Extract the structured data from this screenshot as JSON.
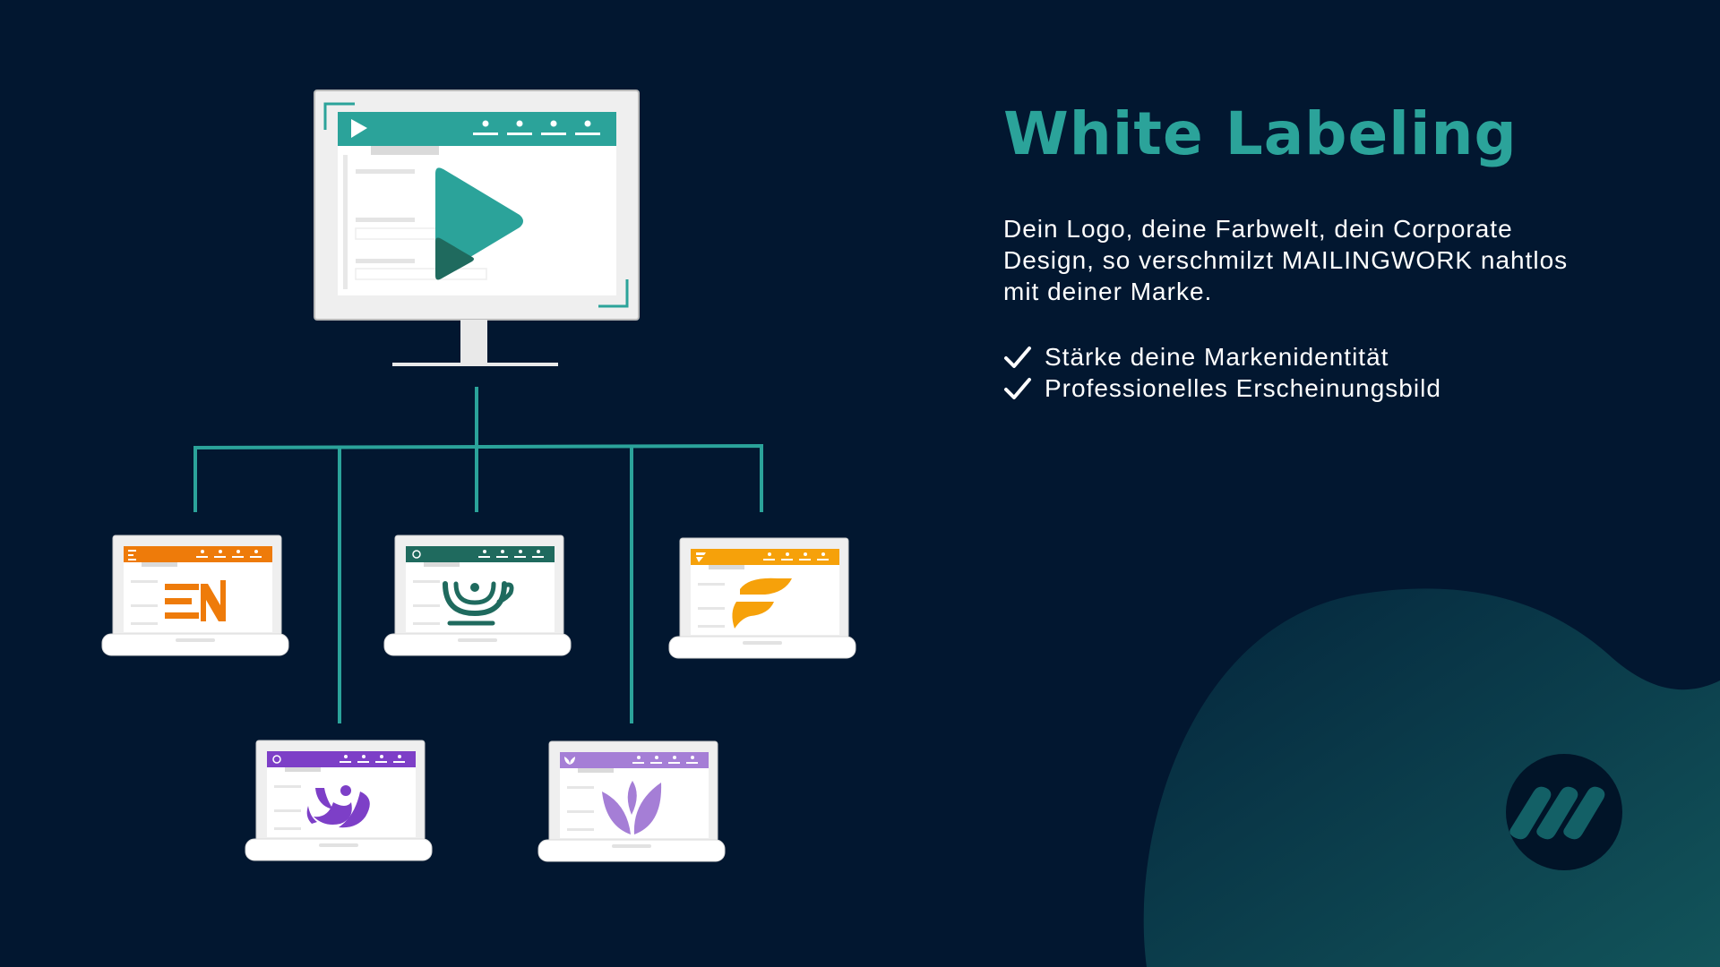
{
  "headline": "White Labeling",
  "body_text": "Dein Logo, deine Farbwelt, dein Corporate Design, so verschmilzt MAILINGWORK nahtlos mit deiner Marke.",
  "bullets": [
    {
      "icon": "check-icon",
      "label": "Stärke deine Markenidentität"
    },
    {
      "icon": "check-icon",
      "label": "Professionelles Erscheinungsbild"
    }
  ],
  "colors": {
    "background": "#021730",
    "accent_teal": "#2BA39A",
    "brand_orange_1": "#EE7B0A",
    "brand_teal_2": "#1F6A5E",
    "brand_orange_3": "#F6A10A",
    "brand_purple_4": "#7D3FC7",
    "brand_purple_5": "#A57ED6"
  },
  "brand_logo": "mailingwork-logo"
}
